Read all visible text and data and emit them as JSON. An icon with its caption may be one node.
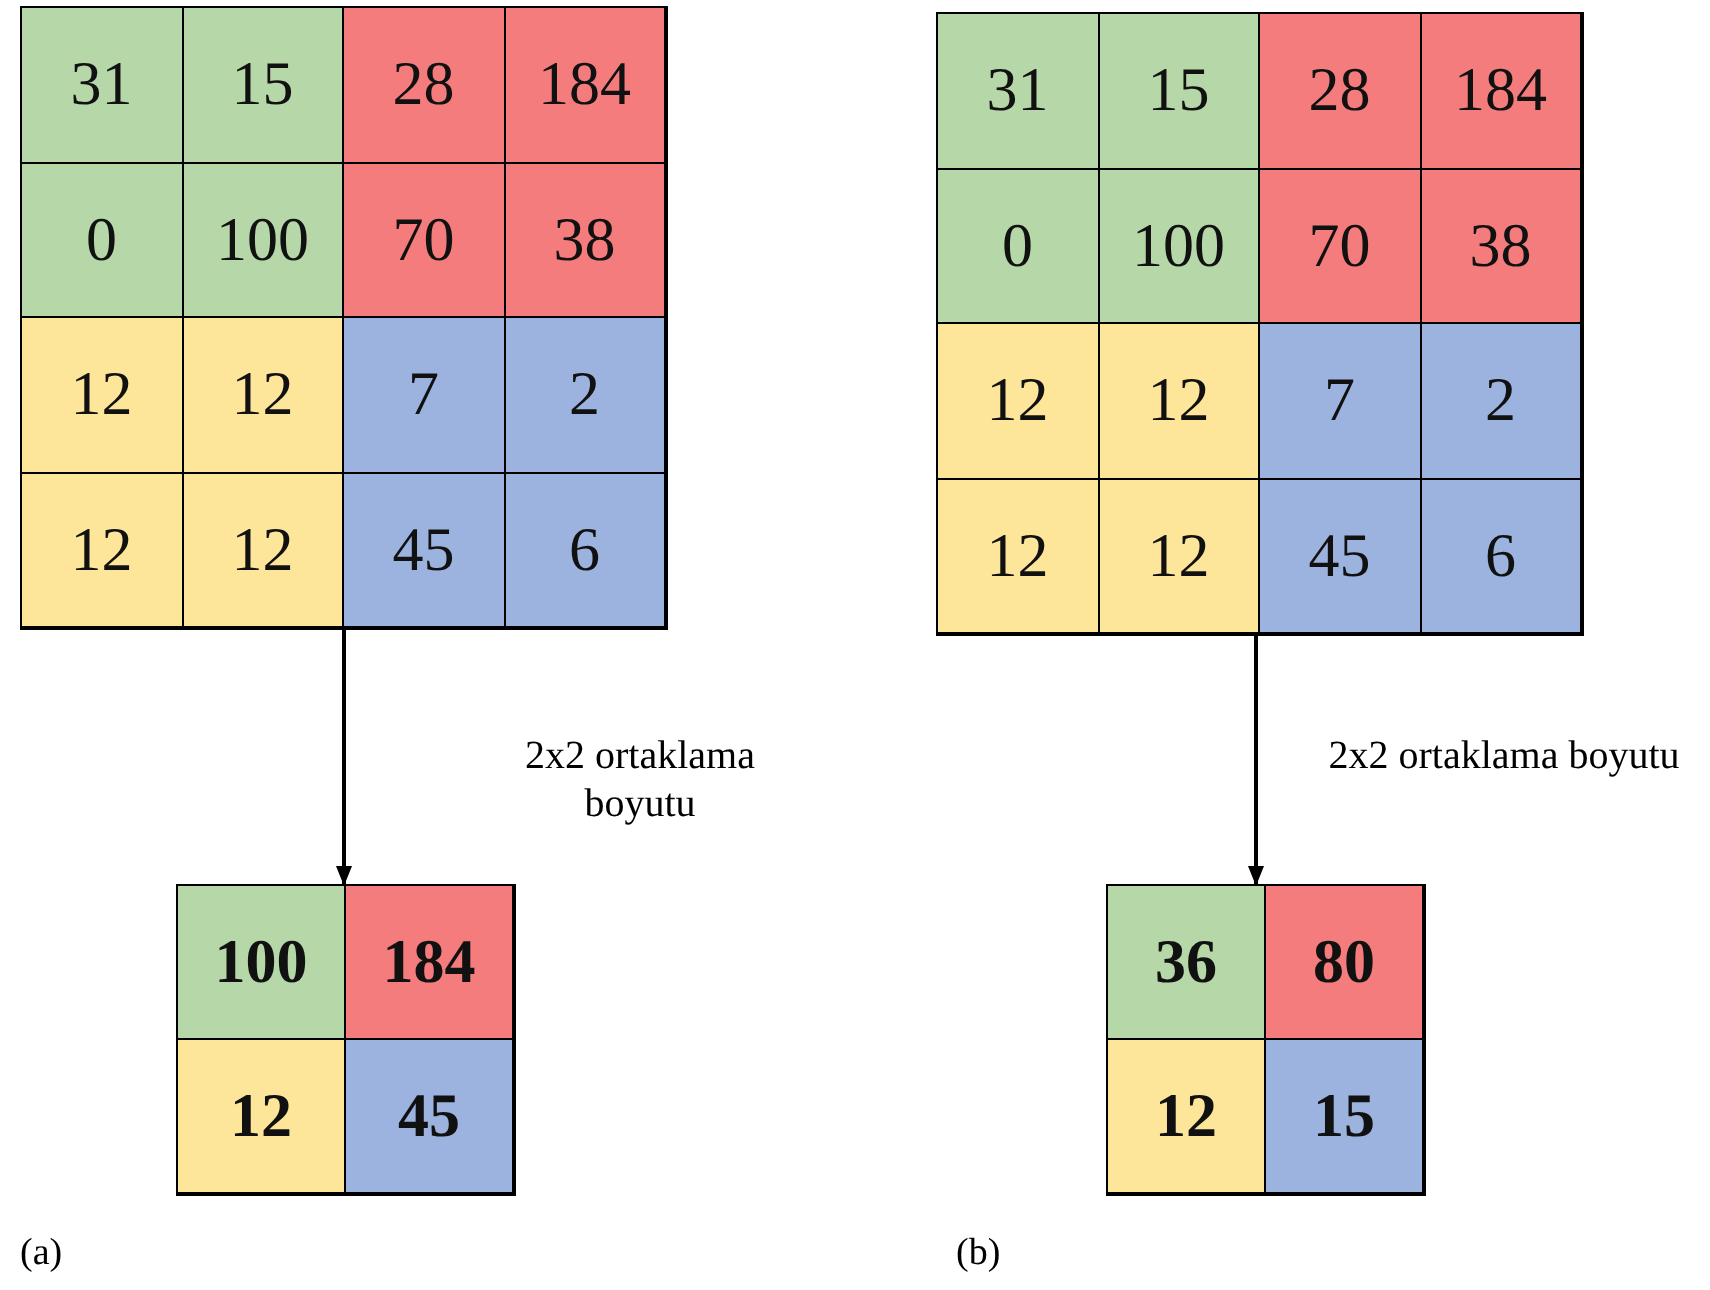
{
  "diagram": {
    "nodes": [
      {
        "text": [],
        "shape": "box"
      },
      {
        "text": [
          "31"
        ],
        "in": 0
      },
      {
        "text": [
          "15"
        ],
        "in": 0
      },
      {
        "text": [
          "28"
        ],
        "in": 0
      },
      {
        "text": [
          "184"
        ],
        "in": 0
      },
      {
        "text": [
          "0"
        ],
        "in": 0
      },
      {
        "text": [
          "100"
        ],
        "in": 0
      },
      {
        "text": [
          "70"
        ],
        "in": 0
      },
      {
        "text": [
          "38"
        ],
        "in": 0
      },
      {
        "text": [
          "12"
        ],
        "in": 0
      },
      {
        "text": [
          "12"
        ],
        "in": 0
      },
      {
        "text": [
          "7"
        ],
        "in": 0
      },
      {
        "text": [
          "2"
        ],
        "in": 0
      },
      {
        "text": [
          "12"
        ],
        "in": 0
      },
      {
        "text": [
          "12"
        ],
        "in": 0
      },
      {
        "text": [
          "45"
        ],
        "in": 0
      },
      {
        "text": [
          "6"
        ],
        "in": 0
      },
      {
        "text": [],
        "shape": "box"
      },
      {
        "text": [
          "31"
        ],
        "in": 17
      },
      {
        "text": [
          "15"
        ],
        "in": 17
      },
      {
        "text": [
          "28"
        ],
        "in": 17
      },
      {
        "text": [
          "184"
        ],
        "in": 17
      },
      {
        "text": [
          "0"
        ],
        "in": 17
      },
      {
        "text": [
          "100"
        ],
        "in": 17
      },
      {
        "text": [
          "70"
        ],
        "in": 17
      },
      {
        "text": [
          "38"
        ],
        "in": 17
      },
      {
        "text": [
          "12"
        ],
        "in": 17
      },
      {
        "text": [
          "12"
        ],
        "in": 17
      },
      {
        "text": [
          "7"
        ],
        "in": 17
      },
      {
        "text": [
          "2"
        ],
        "in": 17
      },
      {
        "text": [
          "12"
        ],
        "in": 17
      },
      {
        "text": [
          "12"
        ],
        "in": 17
      },
      {
        "text": [
          "45"
        ],
        "in": 17
      },
      {
        "text": [
          "6"
        ],
        "in": 17
      },
      {
        "text": [],
        "shape": "box"
      },
      {
        "text": [
          "100"
        ],
        "in": 34
      },
      {
        "text": [
          "184"
        ],
        "in": 34
      },
      {
        "text": [
          "12"
        ],
        "in": 34
      },
      {
        "text": [
          "45"
        ],
        "in": 34
      },
      {
        "text": [],
        "shape": "box"
      },
      {
        "text": [
          "36"
        ],
        "in": 39
      },
      {
        "text": [
          "80"
        ],
        "in": 39
      },
      {
        "text": [
          "12"
        ],
        "in": 39
      },
      {
        "text": [
          "15"
        ],
        "in": 39
      }
    ],
    "edges": [
      {
        "from": 0,
        "to": 34,
        "arrow": "to",
        "label": "2x2 ortaklama boyutu"
      },
      {
        "from": 17,
        "to": 39,
        "arrow": "to",
        "label": "2x2 ortaklama boyutu"
      }
    ],
    "labels": [
      "(a)",
      "(b)"
    ]
  }
}
